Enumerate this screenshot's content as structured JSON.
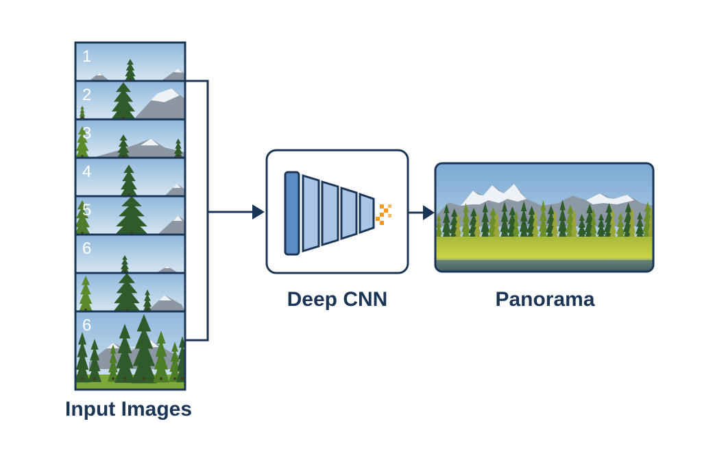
{
  "labels": {
    "input": "Input Images",
    "cnn": "Deep CNN",
    "panorama": "Panorama"
  },
  "frames": [
    {
      "number": "1",
      "variant": "peaks-right"
    },
    {
      "number": "2",
      "variant": "tree-center-peak"
    },
    {
      "number": "3",
      "variant": "range-trees"
    },
    {
      "number": "4",
      "variant": "tree-center-small-peak"
    },
    {
      "number": "5",
      "variant": "tree-left-peak"
    },
    {
      "number": "6",
      "variant": "sky-small-tree"
    },
    {
      "number": "",
      "variant": "trees-peak"
    },
    {
      "number": "6",
      "variant": "forest-meadow"
    }
  ],
  "colors": {
    "frame_border": "#1b3557",
    "arrow": "#1b3557",
    "sky_top": "#8fb8dc",
    "sky_bottom": "#d6e6f2",
    "tree": "#2f5a2a",
    "cnn_layer": "#a9c6e6",
    "cnn_first_layer": "#5b8cc4",
    "cnn_output": "#f39a1e",
    "meadow": "#b9c636",
    "water": "#4b6b73"
  }
}
